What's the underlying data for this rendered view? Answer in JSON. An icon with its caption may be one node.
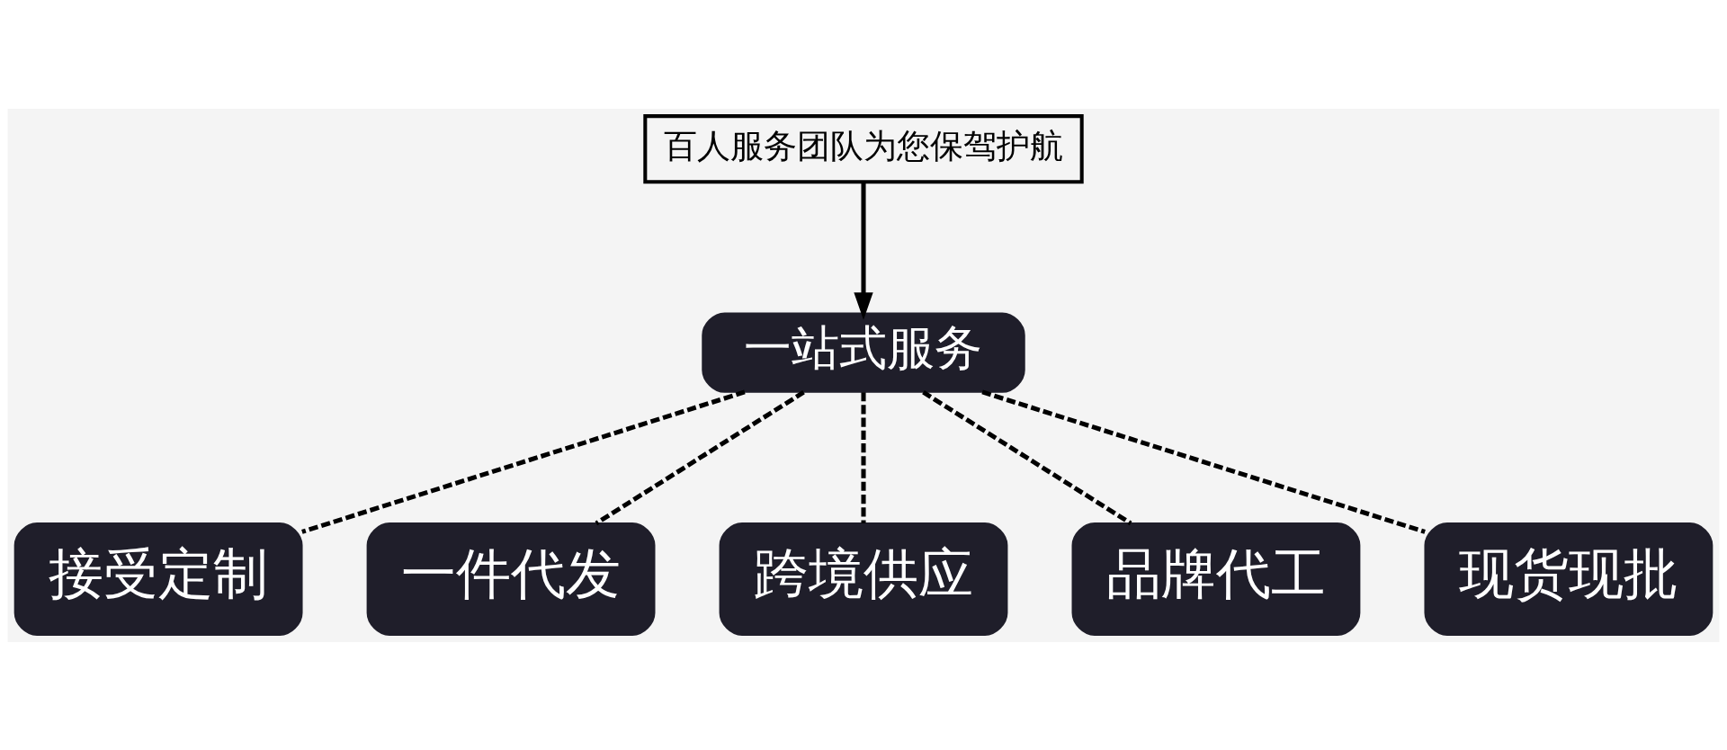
{
  "diagram": {
    "nodes": [
      {
        "text": [
          "百人服务团队为您保驾护航"
        ]
      },
      {
        "text": [
          "一站式服务"
        ]
      },
      {
        "text": [
          "接受定制"
        ]
      },
      {
        "text": [
          "一件代发"
        ]
      },
      {
        "text": [
          "跨境供应"
        ]
      },
      {
        "text": [
          "品牌代工"
        ]
      },
      {
        "text": [
          "现货现批"
        ]
      }
    ],
    "edges": [
      {
        "from": 0,
        "to": 1,
        "arrow": "to"
      },
      {
        "from": 1,
        "to": 2,
        "arrow": "none",
        "style": "dashed"
      },
      {
        "from": 1,
        "to": 3,
        "arrow": "none",
        "style": "dashed"
      },
      {
        "from": 1,
        "to": 4,
        "arrow": "none",
        "style": "dashed"
      },
      {
        "from": 1,
        "to": 5,
        "arrow": "none",
        "style": "dashed"
      },
      {
        "from": 1,
        "to": 6,
        "arrow": "none",
        "style": "dashed"
      }
    ]
  }
}
